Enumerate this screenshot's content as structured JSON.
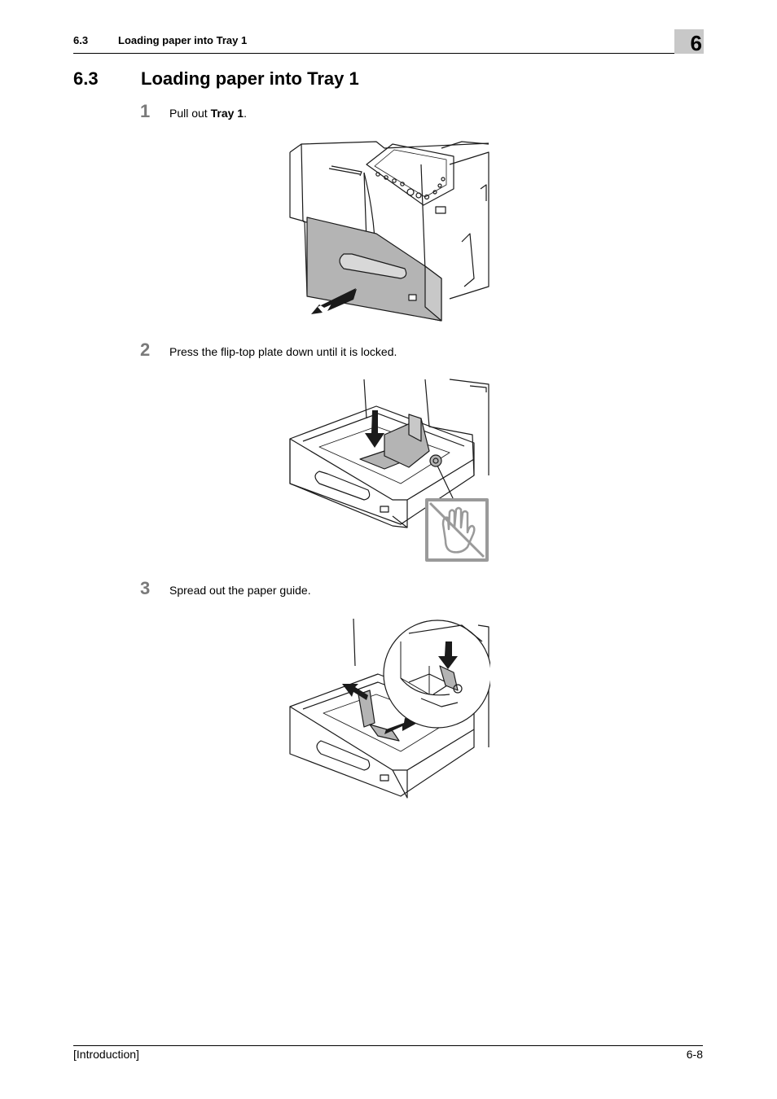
{
  "header": {
    "section_number": "6.3",
    "section_title": "Loading paper into Tray 1",
    "chapter_number": "6"
  },
  "section": {
    "number": "6.3",
    "title": "Loading paper into Tray 1"
  },
  "steps": [
    {
      "number": "1",
      "text_before": "Pull out ",
      "text_bold": "Tray 1",
      "text_after": "."
    },
    {
      "number": "2",
      "text": "Press the flip-top plate down until it is locked."
    },
    {
      "number": "3",
      "text": "Spread out the paper guide."
    }
  ],
  "footer": {
    "left": "[Introduction]",
    "right": "6-8"
  },
  "colors": {
    "chapter_box": "#c8c8c8",
    "step_number": "#7a7a7a",
    "tray_gray": "#b4b4b4",
    "line": "#1a1a1a"
  }
}
